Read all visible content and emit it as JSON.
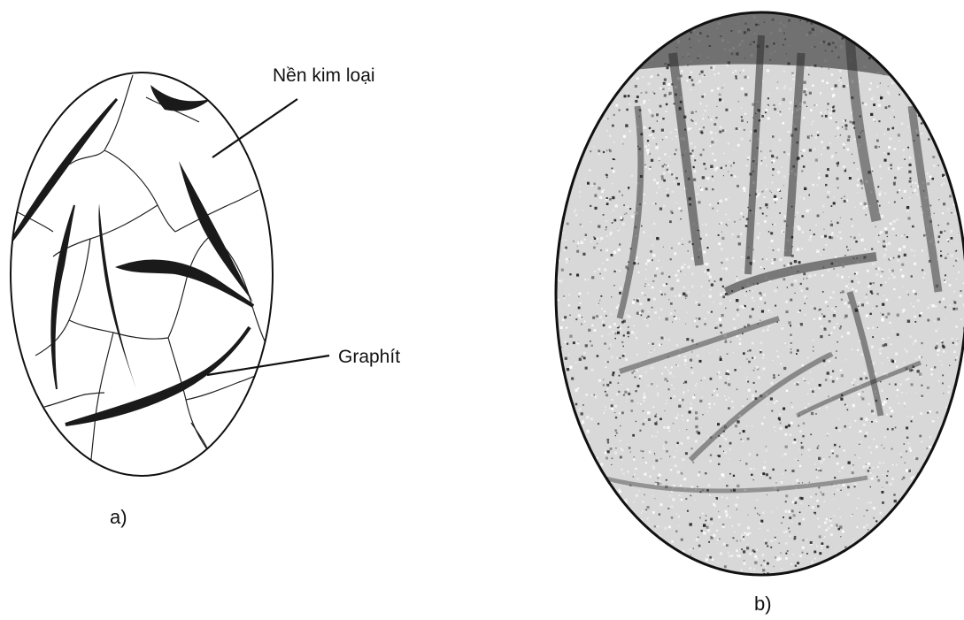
{
  "panel_a": {
    "label_matrix": "Nền kim loại",
    "label_graphite": "Graphít",
    "caption": "a)"
  },
  "panel_b": {
    "caption": "b)"
  }
}
